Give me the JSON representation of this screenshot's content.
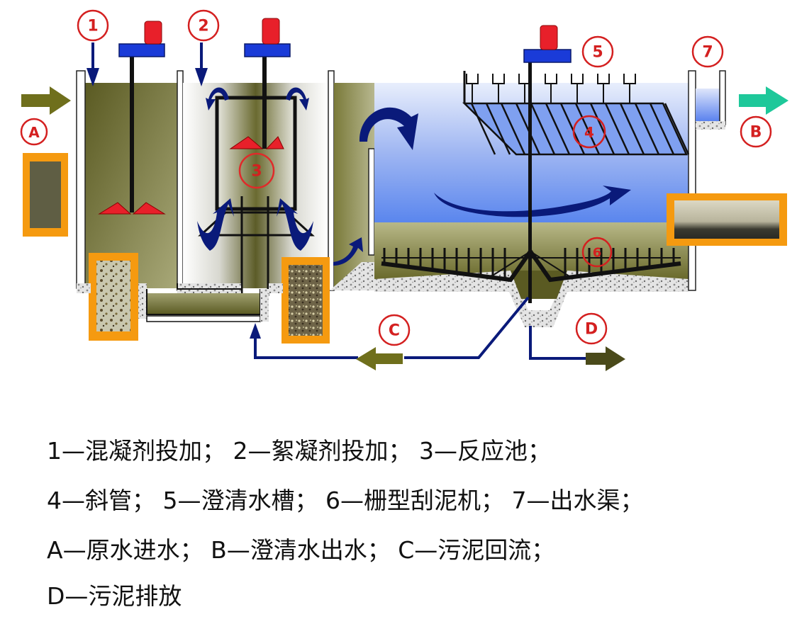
{
  "diagram": {
    "title": "高密度澄清池工艺示意图",
    "markers": [
      {
        "id": "1",
        "text": "1"
      },
      {
        "id": "2",
        "text": "2"
      },
      {
        "id": "3",
        "text": "3"
      },
      {
        "id": "4",
        "text": "4"
      },
      {
        "id": "5",
        "text": "5"
      },
      {
        "id": "6",
        "text": "6"
      },
      {
        "id": "7",
        "text": "7"
      },
      {
        "id": "A",
        "text": "A"
      },
      {
        "id": "B",
        "text": "B"
      },
      {
        "id": "C",
        "text": "C"
      },
      {
        "id": "D",
        "text": "D"
      }
    ],
    "colors": {
      "marker_red": "#d42020",
      "motor_red": "#e8202a",
      "motor_base_blue": "#1a3bd8",
      "flow_arrow_navy": "#0a1a7a",
      "sludge_olive": "#6b6b2c",
      "clear_water_blue": "#6f96f0",
      "inlet_arrow_olive": "#6f6f1c",
      "outlet_arrow_green": "#1ec89a",
      "photo_frame_orange": "#f59a10"
    }
  },
  "legend": {
    "lines": [
      [
        {
          "key": "1",
          "label": "混凝剂投加；"
        },
        {
          "key": "2",
          "label": "絮凝剂投加；"
        },
        {
          "key": "3",
          "label": "反应池；"
        }
      ],
      [
        {
          "key": "4",
          "label": "斜管；"
        },
        {
          "key": "5",
          "label": "澄清水槽；"
        },
        {
          "key": "6",
          "label": "栅型刮泥机；"
        },
        {
          "key": "7",
          "label": "出水渠；"
        }
      ],
      [
        {
          "key": "A",
          "label": "原水进水；"
        },
        {
          "key": "B",
          "label": "澄清水出水；"
        },
        {
          "key": "C",
          "label": "污泥回流；"
        }
      ],
      [
        {
          "key": "D",
          "label": "污泥排放"
        }
      ]
    ],
    "separator": "—",
    "text": [
      "1—混凝剂投加；  2—絮凝剂投加；  3—反应池；",
      "4—斜管；  5—澄清水槽；  6—栅型刮泥机；  7—出水渠；",
      "A—原水进水；  B—澄清水出水；  C—污泥回流；",
      "D—污泥排放"
    ]
  }
}
